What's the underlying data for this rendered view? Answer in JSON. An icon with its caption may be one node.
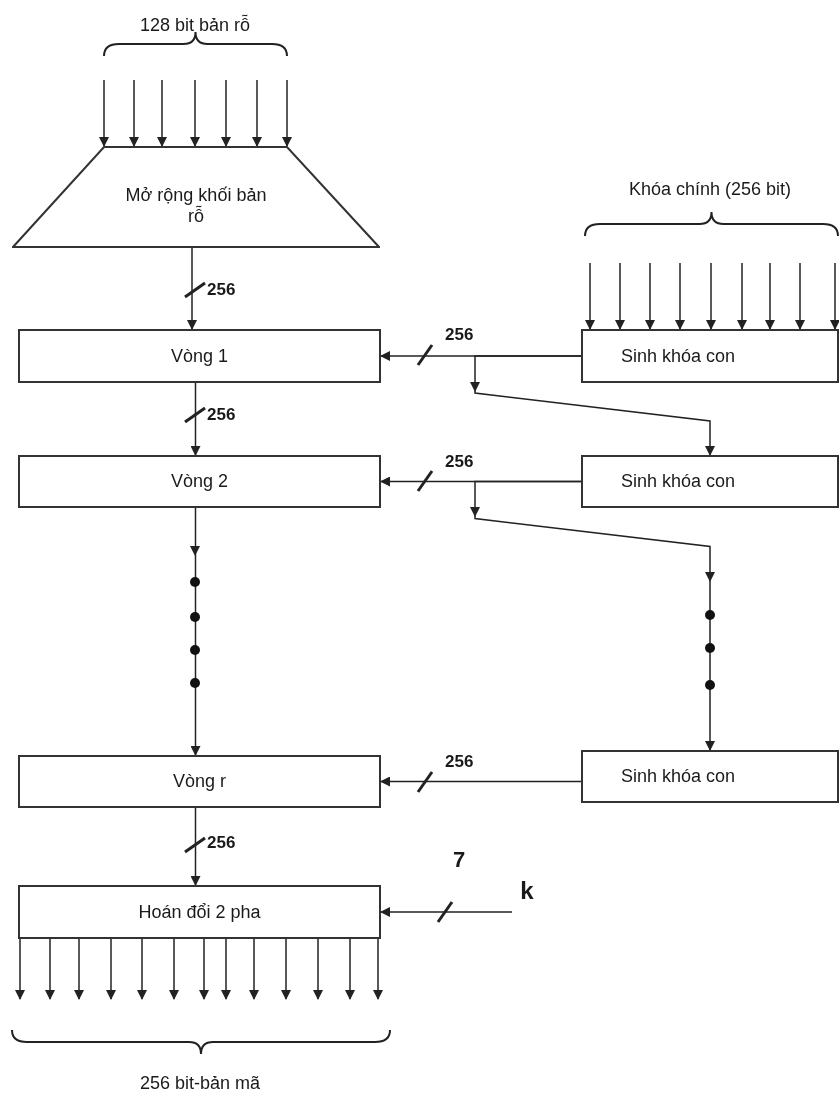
{
  "diagram": {
    "nodes": [
      {
        "text": [
          "Mở rộng khối bản rỗ"
        ]
      },
      {
        "text": [
          "Vòng 1"
        ]
      },
      {
        "text": [
          "Sinh khóa con"
        ]
      },
      {
        "text": [
          "Vòng 2"
        ]
      },
      {
        "text": [
          "Sinh khóa con"
        ]
      },
      {
        "text": [
          "Vòng r"
        ]
      },
      {
        "text": [
          "Sinh khóa con"
        ]
      },
      {
        "text": [
          "Hoán đổi 2 pha"
        ]
      },
      {
        "text": [
          "k"
        ]
      }
    ],
    "edges": [
      {
        "from": null,
        "to": 0,
        "arrow": "to"
      },
      {
        "from": null,
        "to": 0,
        "arrow": "to"
      },
      {
        "from": null,
        "to": 0,
        "arrow": "to"
      },
      {
        "from": null,
        "to": 0,
        "arrow": "to"
      },
      {
        "from": null,
        "to": 0,
        "arrow": "to"
      },
      {
        "from": null,
        "to": 0,
        "arrow": "to"
      },
      {
        "from": null,
        "to": 0,
        "arrow": "to"
      },
      {
        "from": 0,
        "to": 1,
        "arrow": "to",
        "label": "256"
      },
      {
        "from": null,
        "to": 2,
        "arrow": "to"
      },
      {
        "from": null,
        "to": 2,
        "arrow": "to"
      },
      {
        "from": null,
        "to": 2,
        "arrow": "to"
      },
      {
        "from": null,
        "to": 2,
        "arrow": "to"
      },
      {
        "from": null,
        "to": 2,
        "arrow": "to"
      },
      {
        "from": null,
        "to": 2,
        "arrow": "to"
      },
      {
        "from": null,
        "to": 2,
        "arrow": "to"
      },
      {
        "from": null,
        "to": 2,
        "arrow": "to"
      },
      {
        "from": null,
        "to": 2,
        "arrow": "to"
      },
      {
        "from": 2,
        "to": 1,
        "arrow": "to",
        "label": "256"
      },
      {
        "from": 2,
        "to": 4,
        "arrow": "to"
      },
      {
        "from": 1,
        "to": 3,
        "arrow": "to",
        "label": "256"
      },
      {
        "from": 4,
        "to": 3,
        "arrow": "to",
        "label": "256"
      },
      {
        "from": 4,
        "to": 6,
        "arrow": "to"
      },
      {
        "from": 3,
        "to": 5,
        "arrow": "to"
      },
      {
        "from": 6,
        "to": 5,
        "arrow": "to",
        "label": "256"
      },
      {
        "from": 5,
        "to": 7,
        "arrow": "to",
        "label": "256"
      },
      {
        "from": 8,
        "to": 7,
        "arrow": "to",
        "label": "7"
      },
      {
        "from": 7,
        "to": null,
        "arrow": "to"
      },
      {
        "from": 7,
        "to": null,
        "arrow": "to"
      },
      {
        "from": 7,
        "to": null,
        "arrow": "to"
      },
      {
        "from": 7,
        "to": null,
        "arrow": "to"
      },
      {
        "from": 7,
        "to": null,
        "arrow": "to"
      },
      {
        "from": 7,
        "to": null,
        "arrow": "to"
      },
      {
        "from": 7,
        "to": null,
        "arrow": "to"
      },
      {
        "from": 7,
        "to": null,
        "arrow": "to"
      },
      {
        "from": 7,
        "to": null,
        "arrow": "to"
      },
      {
        "from": 7,
        "to": null,
        "arrow": "to"
      },
      {
        "from": 7,
        "to": null,
        "arrow": "to"
      },
      {
        "from": 7,
        "to": null,
        "arrow": "to"
      },
      {
        "from": 7,
        "to": null,
        "arrow": "to"
      }
    ],
    "labels": [
      "128 bit bản rỗ",
      "Khóa chính (256 bit)",
      "256 bit-bản mã"
    ]
  }
}
